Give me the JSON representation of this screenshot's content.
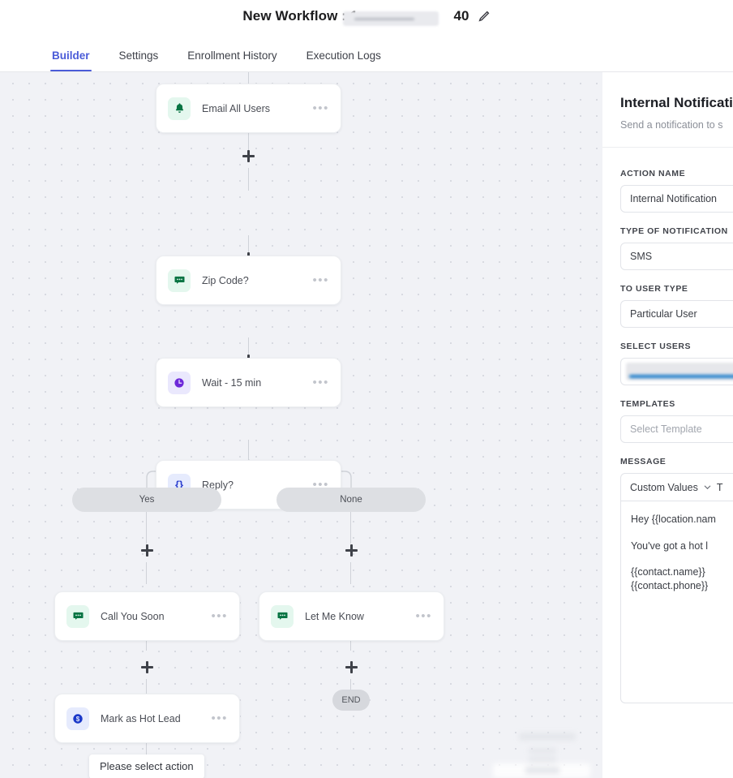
{
  "header": {
    "title_prefix": "New Workflow : 1",
    "title_suffix": "40",
    "edit_icon": "pencil-icon"
  },
  "tabs": [
    {
      "label": "Builder",
      "active": true
    },
    {
      "label": "Settings",
      "active": false
    },
    {
      "label": "Enrollment History",
      "active": false
    },
    {
      "label": "Execution Logs",
      "active": false
    }
  ],
  "accent_color": "#4a5bd8",
  "canvas": {
    "background_color": "#f1f2f6",
    "dot_color": "#d8dae1",
    "nodes": [
      {
        "label": "Email All Users",
        "icon": "bell-icon",
        "icon_color": "#087443",
        "menu": "ellipsis-icon"
      },
      {
        "label": "Zip Code?",
        "icon": "chat-bubble-icon",
        "icon_color": "#087443",
        "menu": "ellipsis-icon"
      },
      {
        "label": "Wait - 15 min",
        "icon": "clock-icon",
        "icon_color": "#6d28d9",
        "menu": "ellipsis-icon"
      },
      {
        "label": "Reply?",
        "icon": "braces-icon",
        "icon_color": "#2b3fcf",
        "menu": "ellipsis-icon"
      },
      {
        "label": "Call You Soon",
        "icon": "chat-bubble-icon",
        "icon_color": "#087443",
        "menu": "ellipsis-icon"
      },
      {
        "label": "Let Me Know",
        "icon": "chat-bubble-icon",
        "icon_color": "#087443",
        "menu": "ellipsis-icon"
      },
      {
        "label": "Mark as Hot Lead",
        "icon": "dollar-circle-icon",
        "icon_color": "#1b39c9",
        "menu": "ellipsis-icon"
      }
    ],
    "branches": [
      {
        "label": "Yes"
      },
      {
        "label": "None"
      }
    ],
    "end_label": "END",
    "tooltip": "Please select action",
    "add_step_icon": "plus-icon"
  },
  "panel": {
    "title": "Internal Notification",
    "subtitle": "Send a notification to s",
    "fields": [
      {
        "label": "ACTION NAME",
        "value": "Internal Notification",
        "placeholder": ""
      },
      {
        "label": "TYPE OF NOTIFICATION",
        "value": "SMS",
        "placeholder": ""
      },
      {
        "label": "TO USER TYPE",
        "value": "Particular User",
        "placeholder": ""
      },
      {
        "label": "SELECT USERS",
        "value": "",
        "placeholder": ""
      },
      {
        "label": "TEMPLATES",
        "value": "",
        "placeholder": "Select Template"
      }
    ],
    "message": {
      "label": "MESSAGE",
      "toolbar_dropdown": "Custom Values",
      "toolbar_extra": "T",
      "lines": [
        "Hey {{location.nam",
        "You've got a hot l",
        "{{contact.name}}",
        "{{contact.phone}}"
      ]
    }
  }
}
